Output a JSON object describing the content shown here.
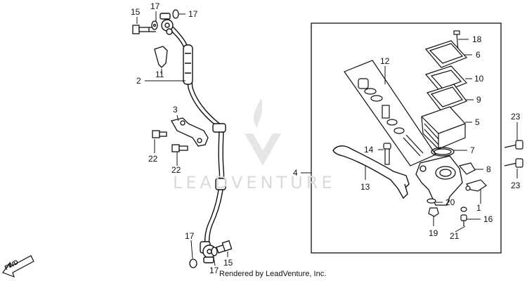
{
  "diagram": {
    "callouts": [
      "15",
      "17",
      "17",
      "2",
      "11",
      "3",
      "22",
      "22",
      "17",
      "17",
      "15",
      "4",
      "12",
      "18",
      "6",
      "10",
      "9",
      "5",
      "7",
      "14",
      "13",
      "8",
      "20",
      "1",
      "19",
      "21",
      "16",
      "23",
      "23"
    ]
  },
  "watermark": {
    "text": "LEADVENTURE"
  },
  "direction": {
    "label": "FWD"
  },
  "footer": {
    "credit": "Rendered by LeadVenture, Inc."
  }
}
